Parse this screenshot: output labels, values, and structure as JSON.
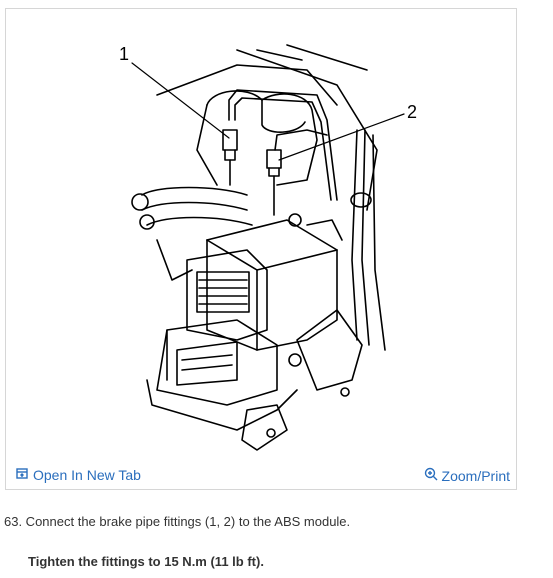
{
  "figure": {
    "callouts": [
      "1",
      "2"
    ]
  },
  "toolbar": {
    "open_tab_label": "Open In New Tab",
    "zoom_label": "Zoom/Print"
  },
  "content": {
    "step": "63. Connect the brake pipe fittings (1, 2) to the ABS module.",
    "spec": "Tighten the fittings to 15 N.m (11 lb ft)."
  },
  "colors": {
    "link": "#2a6ebd",
    "text": "#333333",
    "border": "#d6d6d6"
  },
  "icons": {
    "open_tab": "open-in-new-tab-icon",
    "zoom": "zoom-in-icon"
  }
}
